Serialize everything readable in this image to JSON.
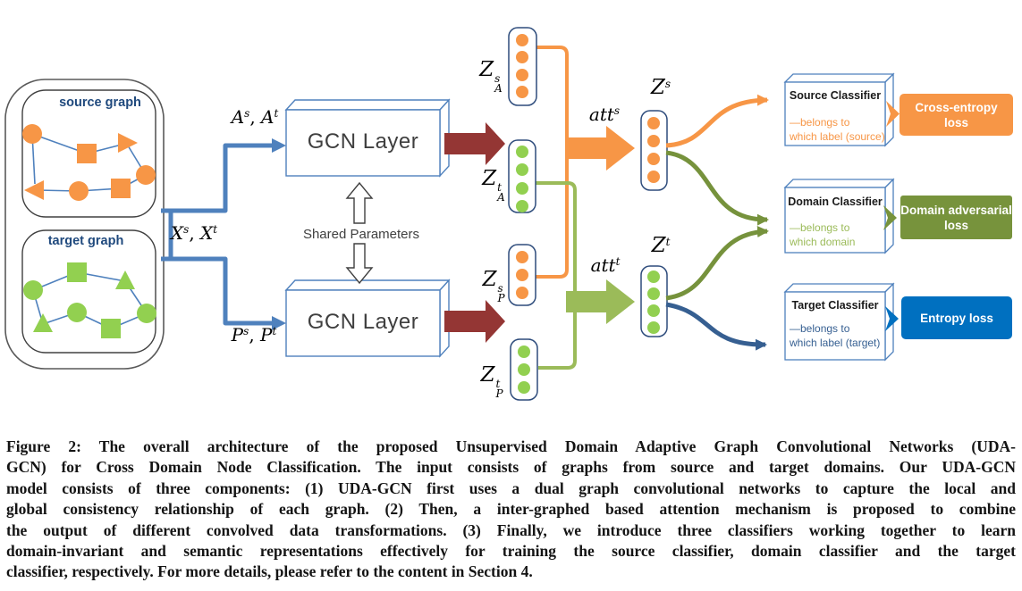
{
  "figure": {
    "input_panel": {
      "source_graph_label": "source graph",
      "target_graph_label": "target graph"
    },
    "edge_labels": {
      "a": {
        "b1": "A",
        "p1": "s",
        "sep": ", ",
        "b2": "A",
        "p2": "t"
      },
      "x": {
        "b1": "X",
        "p1": "s",
        "sep": ", ",
        "b2": "X",
        "p2": "t"
      },
      "p": {
        "b1": "P",
        "p1": "s",
        "sep": ", ",
        "b2": "P",
        "p2": "t"
      }
    },
    "gcn": {
      "top_label": "GCN Layer",
      "bottom_label": "GCN Layer",
      "shared_label": "Shared Parameters"
    },
    "embeddings": {
      "za_s": {
        "base": "Z",
        "sup": "s",
        "sub": "A"
      },
      "za_t": {
        "base": "Z",
        "sup": "t",
        "sub": "A"
      },
      "zp_s": {
        "base": "Z",
        "sup": "s",
        "sub": "P"
      },
      "zp_t": {
        "base": "Z",
        "sup": "t",
        "sub": "P"
      },
      "z_s": {
        "base": "Z",
        "sup": "s"
      },
      "z_t": {
        "base": "Z",
        "sup": "t"
      }
    },
    "attention": {
      "att_s": {
        "base": "att",
        "sup": "s"
      },
      "att_t": {
        "base": "att",
        "sup": "t"
      }
    },
    "classifiers": {
      "source": {
        "title": "Source Classifier",
        "sub1": "—belongs to",
        "sub2": "which label (source)"
      },
      "domain": {
        "title": "Domain Classifier",
        "sub1": "—belongs to",
        "sub2": "which domain"
      },
      "target": {
        "title": "Target Classifier",
        "sub1": "—belongs to",
        "sub2": "which label (target)"
      }
    },
    "losses": {
      "cross_entropy": {
        "line1": "Cross-entropy",
        "line2": "loss"
      },
      "domain_adversarial": {
        "line1": "Domain adversarial",
        "line2": "loss"
      },
      "entropy": {
        "line1": "Entropy loss",
        "line2": ""
      }
    },
    "colors": {
      "orange": "#F79646",
      "olive_light": "#9BBB59",
      "olive_dark": "#76923C",
      "loss_green": "#77933C",
      "dark_red": "#943634",
      "line_blue": "#4F81BD",
      "curve_navy": "#365F91",
      "loss_blue": "#0070C0",
      "label_navy": "#1F497D",
      "node_green": "#92D050"
    }
  },
  "caption": {
    "lines": [
      "Figure 2: The overall architecture of the proposed Unsupervised Domain Adaptive Graph Convolutional Networks (UDA-",
      "GCN) for Cross Domain Node Classification. The input consists of graphs from source and target domains. Our UDA-GCN",
      "model consists of three components: (1) UDA-GCN first uses a dual graph convolutional networks to capture the local and",
      "global consistency relationship of each graph. (2) Then, a inter-graphed based attention mechanism is proposed to combine",
      "the output of different convolved data transformations. (3) Finally, we introduce three classifiers working together to learn",
      "domain-invariant and semantic representations effectively for training the source classifier, domain classifier and the target",
      "classifier, respectively. For more details, please refer to the content in Section 4."
    ]
  }
}
